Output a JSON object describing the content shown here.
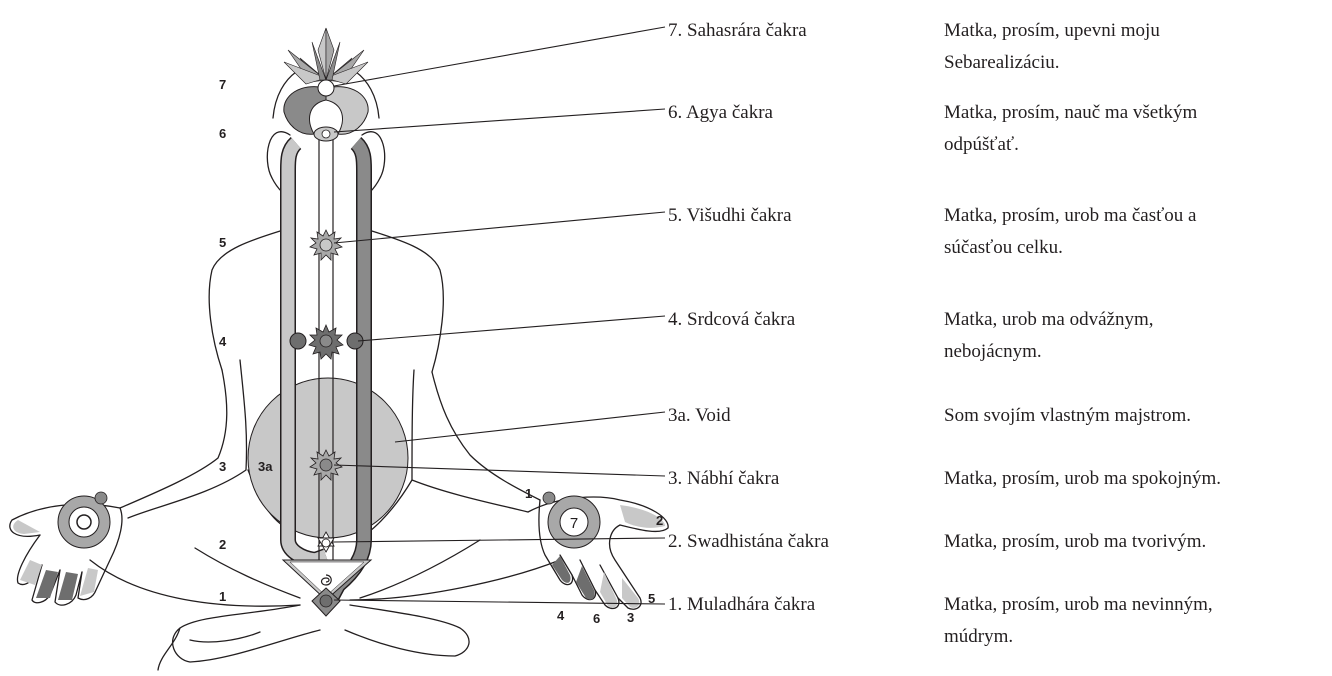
{
  "chakras": [
    {
      "name": "7. Sahasrára čakra",
      "prayer": [
        "Matka, prosím, upevni moju",
        "Sebarealizáciu."
      ]
    },
    {
      "name": "6. Agya čakra",
      "prayer": [
        "Matka, prosím, nauč ma všetkým",
        "odpúšťať."
      ]
    },
    {
      "name": "5. Višudhi čakra",
      "prayer": [
        "Matka, prosím, urob ma časťou a",
        "súčasťou celku."
      ]
    },
    {
      "name": "4. Srdcová čakra",
      "prayer": [
        "Matka, urob ma odvážnym,",
        "nebojácnym."
      ]
    },
    {
      "name": "3a. Void",
      "prayer": [
        "Som svojím vlastným majstrom."
      ]
    },
    {
      "name": "3. Nábhí čakra",
      "prayer": [
        "Matka, prosím, urob ma spokojným."
      ]
    },
    {
      "name": "2. Swadhistána čakra",
      "prayer": [
        "Matka, prosím, urob ma tvorivým."
      ]
    },
    {
      "name": "1. Muladhára čakra",
      "prayer": [
        "Matka, prosím, urob ma nevinným,",
        "múdrym."
      ]
    }
  ],
  "body_labels": [
    "7",
    "6",
    "5",
    "4",
    "3",
    "3a",
    "2",
    "1"
  ],
  "hand_labels": [
    "1",
    "2",
    "5",
    "4",
    "6",
    "3"
  ],
  "palm_marker": "7",
  "colors": {
    "light_gray": "#c8c8c8",
    "mid_gray": "#a8a8a8",
    "dark_gray": "#6e6e6e",
    "outline": "#231f20"
  }
}
